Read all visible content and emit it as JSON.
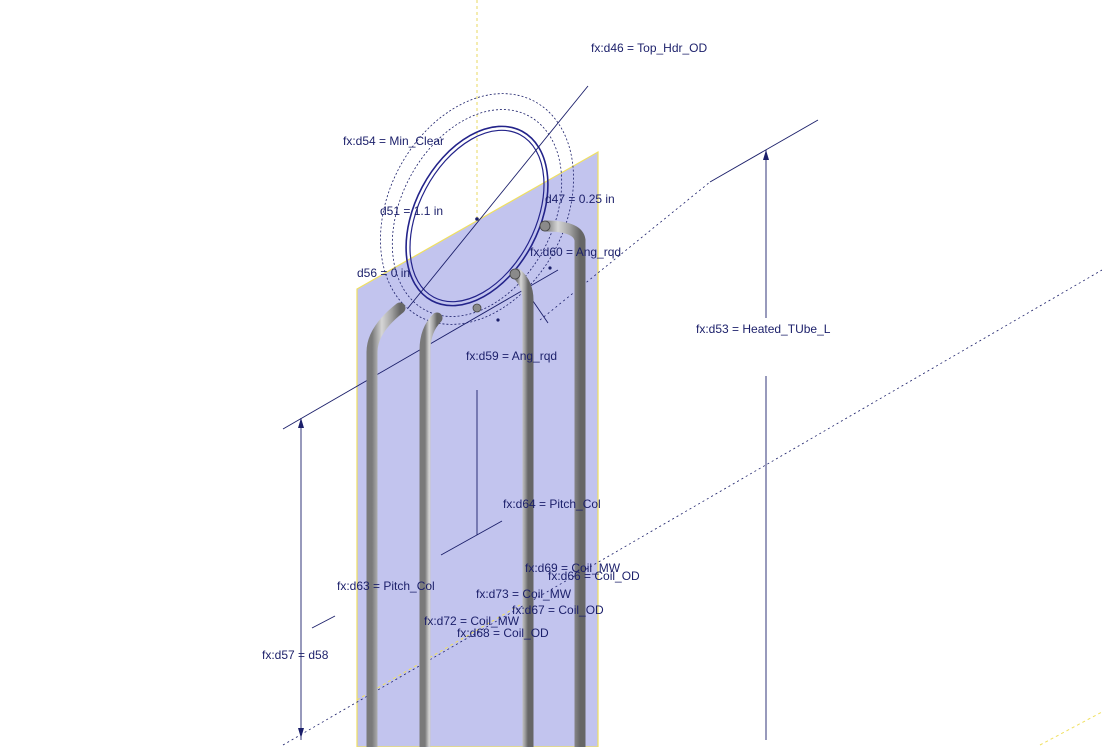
{
  "colors": {
    "background": "#ffffff",
    "sketch_plane_fill": "#c2c4ee",
    "sketch_plane_edge": "#f0e060",
    "dimension_line": "#1b1f6a",
    "dimension_text": "#1b1f6a",
    "tube_highlight": "#d8d8d8",
    "tube_mid": "#a8a8a8",
    "tube_shadow": "#6c6c6c",
    "header_ring": "#23238a",
    "construction_line": "#b8b8b8",
    "axis_line": "#e8d860"
  },
  "dimensions": {
    "d46": "fx:d46 = Top_Hdr_OD",
    "d54": "fx:d54 = Min_Clear",
    "d51": "d51 = 1.1 in",
    "d47": "d47 = 0.25 in",
    "d60": "fx:d60 = Ang_rqd",
    "d56": "d56 = 0 in",
    "d53": "fx:d53 = Heated_TUbe_L",
    "d59": "fx:d59 = Ang_rqd",
    "d64": "fx:d64 = Pitch_Col",
    "d69": "fx:d69 = Coil_MW",
    "d66": "fx:d66 = Coil_OD",
    "d63": "fx:d63 = Pitch_Col",
    "d73": "fx:d73 = Coil_MW",
    "d67": "fx:d67 = Coil_OD",
    "d72": "fx:d72 = Coil_MW",
    "d68": "fx:d68 = Coil_OD",
    "d57": "fx:d57 = d58"
  },
  "icons": {
    "dimension_arrow": "arrowhead-icon",
    "coil_tube": "tube-icon",
    "header_ring": "ring-icon"
  }
}
